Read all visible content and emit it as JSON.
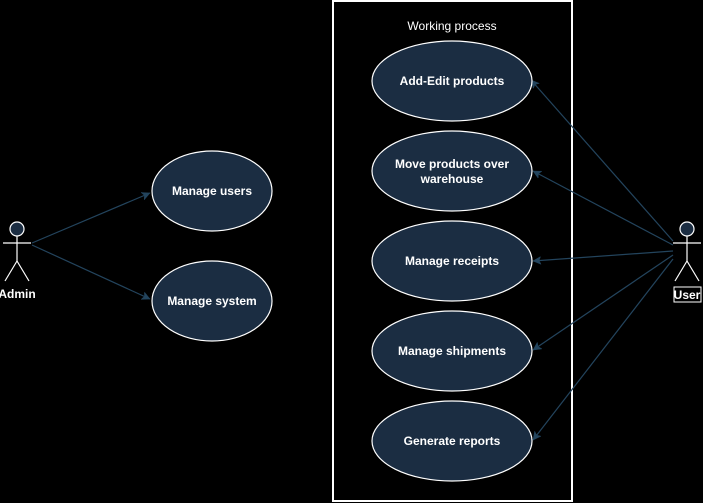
{
  "colors": {
    "background": "#000000",
    "ellipse_fill": "#1b2d42",
    "stroke": "#ffffff",
    "connector": "#23445d",
    "text": "#ffffff"
  },
  "system_boundary": {
    "title": "Working process"
  },
  "actors": {
    "admin": {
      "label": "Admin",
      "icon": "stick-figure"
    },
    "user": {
      "label": "User",
      "icon": "stick-figure"
    }
  },
  "use_cases": {
    "manage_users": {
      "label": "Manage users"
    },
    "manage_system": {
      "label": "Manage system"
    },
    "add_edit_products": {
      "label": "Add-Edit products"
    },
    "move_products": {
      "line1": "Move products over",
      "line2": "warehouse"
    },
    "manage_receipts": {
      "label": "Manage receipts"
    },
    "manage_shipments": {
      "label": "Manage shipments"
    },
    "generate_reports": {
      "label": "Generate reports"
    }
  },
  "associations": [
    {
      "from": "Admin",
      "to": "Manage users"
    },
    {
      "from": "Admin",
      "to": "Manage system"
    },
    {
      "from": "User",
      "to": "Add-Edit products"
    },
    {
      "from": "User",
      "to": "Move products over warehouse"
    },
    {
      "from": "User",
      "to": "Manage receipts"
    },
    {
      "from": "User",
      "to": "Manage shipments"
    },
    {
      "from": "User",
      "to": "Generate reports"
    }
  ]
}
